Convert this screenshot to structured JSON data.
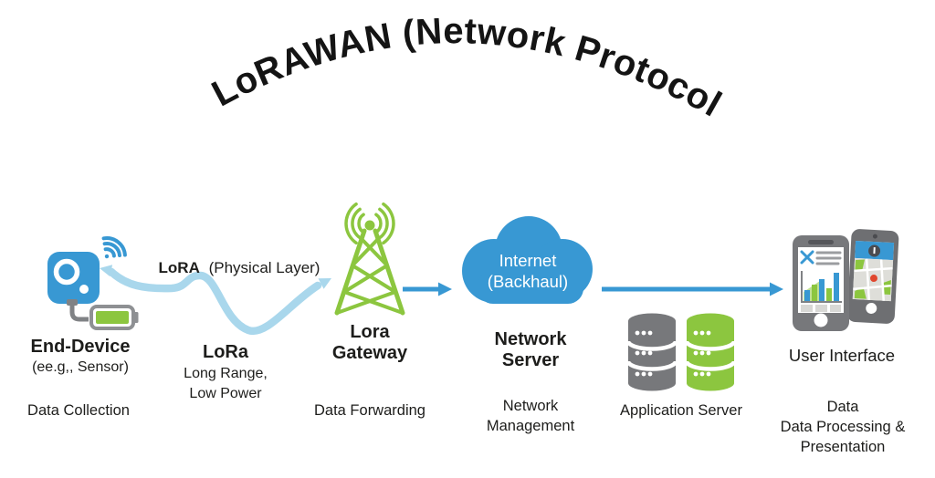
{
  "title": "LoRAWAN (Network Protocol)",
  "colors": {
    "blue": "#3898D3",
    "light_blue": "#A9D7EC",
    "green": "#8CC63F",
    "gray": "#77787B",
    "dark_gray": "#55565A",
    "red": "#E0472E",
    "text": "#1D1D1B"
  },
  "icons": [
    "wifi-icon",
    "sensor-icon",
    "battery-icon",
    "wave-arrow-icon",
    "antenna-tower-icon",
    "radio-waves-icon",
    "cloud-icon",
    "arrow-icon",
    "database-stack-gray-icon",
    "database-stack-green-icon",
    "smartphone-dashboard-icon",
    "smartphone-map-icon"
  ],
  "nodes": {
    "end_device": {
      "name": "End-Device",
      "subtitle": "(ee.g,, Sensor)",
      "function": "Data Collection"
    },
    "lora_link": {
      "layer_bold": "LoRA",
      "layer_rest": "(Physical Layer)",
      "name": "LoRa",
      "desc_line1": "Long Range,",
      "desc_line2": "Low Power"
    },
    "gateway": {
      "name_line1": "Lora",
      "name_line2": "Gateway",
      "function": "Data Forwarding"
    },
    "network_server": {
      "cloud_line1": "Internet",
      "cloud_line2": "(Backhaul)",
      "name_line1": "Network",
      "name_line2": "Server",
      "function_line1": "Network",
      "function_line2": "Management"
    },
    "application_server": {
      "name": "Application Server"
    },
    "user_interface": {
      "name": "User Interface",
      "function_line1": "Data",
      "function_line2": "Data Processing &",
      "function_line3": "Presentation"
    }
  }
}
